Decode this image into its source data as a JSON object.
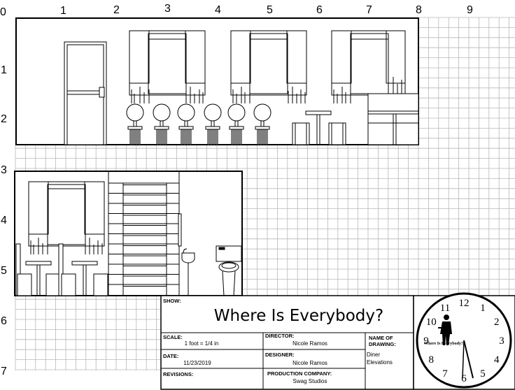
{
  "axes": {
    "x_labels": [
      "0",
      "1",
      "2",
      "3",
      "4",
      "5",
      "6",
      "7",
      "8",
      "9"
    ],
    "y_labels": [
      "1",
      "2",
      "3",
      "4",
      "5",
      "6",
      "7"
    ]
  },
  "title_block": {
    "show_label": "SHOW:",
    "show_title": "Where Is Everybody?",
    "scale_label": "SCALE:",
    "scale_value": "1 foot = 1/4 in",
    "date_label": "DATE:",
    "date_value": "11/23/2019",
    "revisions_label": "REVISIONS:",
    "director_label": "DIRECTOR:",
    "director_value": "Nicole Ramos",
    "designer_label": "DESIGNER:",
    "designer_value": "Nicole Ramos",
    "production_label": "PRODUCTION COMPANY:",
    "production_value": "Swag Studios",
    "drawing_name_label_1": "NAME OF",
    "drawing_name_label_2": "DRAWING:",
    "drawing_name_value_1": "Diner",
    "drawing_name_value_2": "Elevations"
  },
  "clock": {
    "numbers": [
      "12",
      "1",
      "2",
      "3",
      "4",
      "5",
      "6",
      "7",
      "8",
      "9",
      "10",
      "11"
    ],
    "logo_text": "Where Is Everybody?"
  }
}
